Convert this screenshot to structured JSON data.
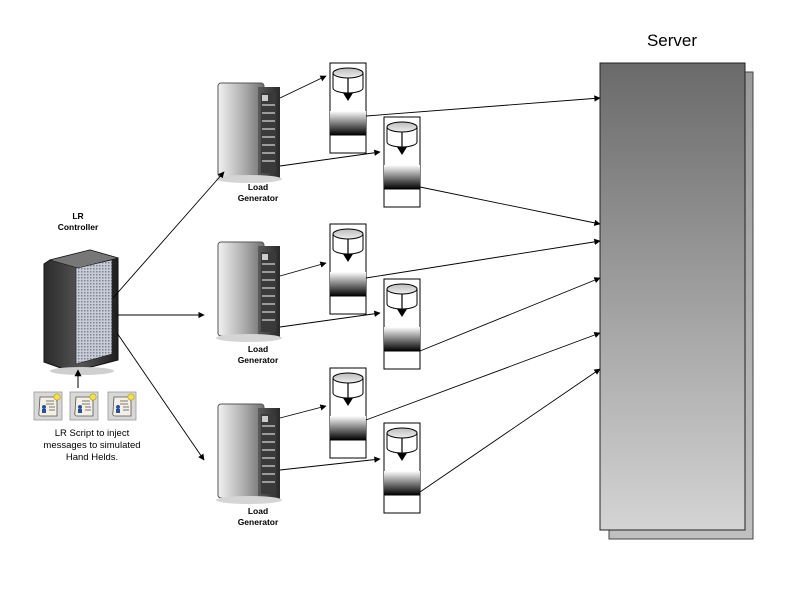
{
  "server": {
    "label": "Server"
  },
  "controller": {
    "label_line1": "LR",
    "label_line2": "Controller",
    "caption_line1": "LR Script to inject",
    "caption_line2": "messages to simulated",
    "caption_line3": "Hand Helds.",
    "script_icon": "script-document-icon"
  },
  "generators": [
    {
      "label_line1": "Load",
      "label_line2": "Generator"
    },
    {
      "label_line1": "Load",
      "label_line2": "Generator"
    },
    {
      "label_line1": "Load",
      "label_line2": "Generator"
    }
  ],
  "icons": {
    "server_tower": "server-tower-icon",
    "queue": "queue-cylinder-icon"
  }
}
